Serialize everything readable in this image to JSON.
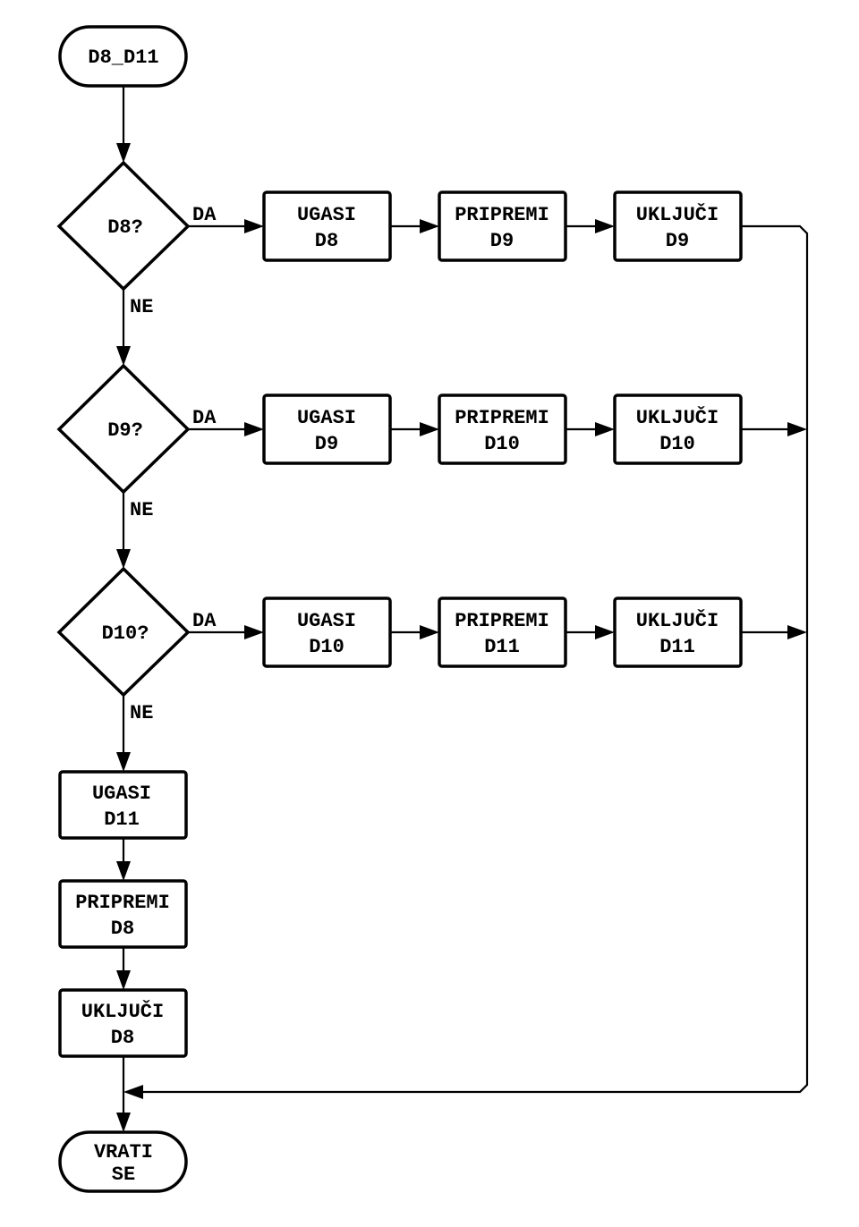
{
  "start": {
    "text": "D8_D11"
  },
  "decisions": [
    {
      "question": "D8?",
      "yes_label": "DA",
      "no_label": "NE",
      "steps": [
        {
          "line1": "UGASI",
          "line2": "D8"
        },
        {
          "line1": "PRIPREMI",
          "line2": "D9"
        },
        {
          "line1": "UKLJUČI",
          "line2": "D9"
        }
      ]
    },
    {
      "question": "D9?",
      "yes_label": "DA",
      "no_label": "NE",
      "steps": [
        {
          "line1": "UGASI",
          "line2": "D9"
        },
        {
          "line1": "PRIPREMI",
          "line2": "D10"
        },
        {
          "line1": "UKLJUČI",
          "line2": "D10"
        }
      ]
    },
    {
      "question": "D10?",
      "yes_label": "DA",
      "no_label": "NE",
      "steps": [
        {
          "line1": "UGASI",
          "line2": "D10"
        },
        {
          "line1": "PRIPREMI",
          "line2": "D11"
        },
        {
          "line1": "UKLJUČI",
          "line2": "D11"
        }
      ]
    }
  ],
  "fallback_steps": [
    {
      "line1": "UGASI",
      "line2": "D11"
    },
    {
      "line1": "PRIPREMI",
      "line2": "D8"
    },
    {
      "line1": "UKLJUČI",
      "line2": "D8"
    }
  ],
  "end": {
    "line1": "VRATI",
    "line2": "SE"
  }
}
